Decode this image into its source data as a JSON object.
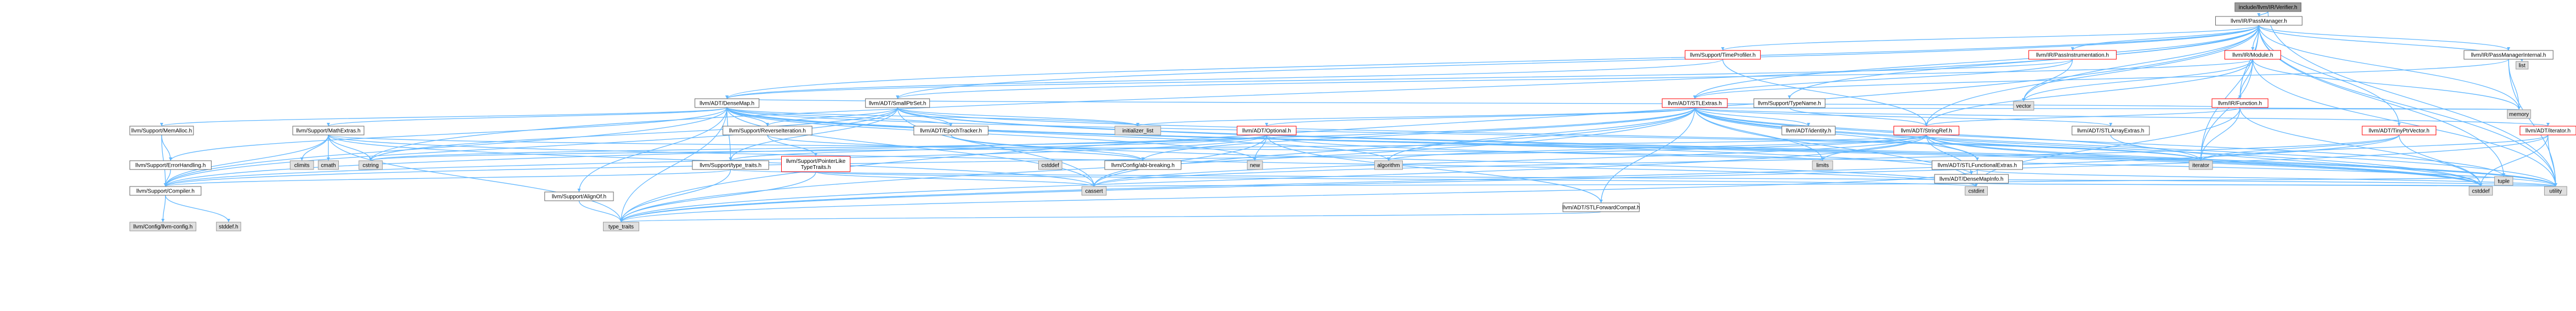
{
  "colors": {
    "edge": "#63b8ff",
    "root_fill": "#999999",
    "root_border": "#666666",
    "internal_fill": "#ffffff",
    "internal_border": "#666666",
    "unresolved_border": "#ff0000",
    "system_fill": "#e0e0e0",
    "system_border": "#999999"
  },
  "nodes": [
    {
      "id": "verifier",
      "label": "include/llvm/IR/Verifier.h",
      "kind": "root"
    },
    {
      "id": "passmanager",
      "label": "llvm/IR/PassManager.h",
      "kind": "internal"
    },
    {
      "id": "timeprofiler",
      "label": "llvm/Support/TimeProfiler.h",
      "kind": "unresolved"
    },
    {
      "id": "passinstr",
      "label": "llvm/IR/PassInstrumentation.h",
      "kind": "unresolved"
    },
    {
      "id": "module",
      "label": "llvm/IR/Module.h",
      "kind": "unresolved"
    },
    {
      "id": "pmint",
      "label": "llvm/IR/PassManagerInternal.h",
      "kind": "internal"
    },
    {
      "id": "list",
      "label": "list",
      "kind": "system"
    },
    {
      "id": "densemap",
      "label": "llvm/ADT/DenseMap.h",
      "kind": "internal"
    },
    {
      "id": "smallptrset",
      "label": "llvm/ADT/SmallPtrSet.h",
      "kind": "internal"
    },
    {
      "id": "stlextras",
      "label": "llvm/ADT/STLExtras.h",
      "kind": "unresolved"
    },
    {
      "id": "typename",
      "label": "llvm/Support/TypeName.h",
      "kind": "internal"
    },
    {
      "id": "vector",
      "label": "vector",
      "kind": "system"
    },
    {
      "id": "function",
      "label": "llvm/IR/Function.h",
      "kind": "unresolved"
    },
    {
      "id": "memory",
      "label": "memory",
      "kind": "system"
    },
    {
      "id": "memalloc",
      "label": "llvm/Support/MemAlloc.h",
      "kind": "internal"
    },
    {
      "id": "mathextras",
      "label": "llvm/Support/MathExtras.h",
      "kind": "internal"
    },
    {
      "id": "reverseiter",
      "label": "llvm/Support/ReverseIteration.h",
      "kind": "internal"
    },
    {
      "id": "epochtracker",
      "label": "llvm/ADT/EpochTracker.h",
      "kind": "internal"
    },
    {
      "id": "initlist",
      "label": "initializer_list",
      "kind": "system"
    },
    {
      "id": "optional",
      "label": "llvm/ADT/Optional.h",
      "kind": "unresolved"
    },
    {
      "id": "identity",
      "label": "llvm/ADT/identity.h",
      "kind": "internal"
    },
    {
      "id": "stringref",
      "label": "llvm/ADT/StringRef.h",
      "kind": "unresolved"
    },
    {
      "id": "stlarrayext",
      "label": "llvm/ADT/STLArrayExtras.h",
      "kind": "internal"
    },
    {
      "id": "tinyptrvec",
      "label": "llvm/ADT/TinyPtrVector.h",
      "kind": "unresolved"
    },
    {
      "id": "adtiterator",
      "label": "llvm/ADT/iterator.h",
      "kind": "unresolved"
    },
    {
      "id": "errorhandling",
      "label": "llvm/Support/ErrorHandling.h",
      "kind": "internal"
    },
    {
      "id": "climits",
      "label": "climits",
      "kind": "system"
    },
    {
      "id": "cmath",
      "label": "cmath",
      "kind": "system"
    },
    {
      "id": "cstring",
      "label": "cstring",
      "kind": "system"
    },
    {
      "id": "typetraits_sup",
      "label": "llvm/Support/type_traits.h",
      "kind": "internal"
    },
    {
      "id": "pointerlike",
      "label": "llvm/Support/PointerLike\nTypeTraits.h",
      "kind": "unresolved"
    },
    {
      "id": "cstddef_mid",
      "label": "cstddef",
      "kind": "system"
    },
    {
      "id": "configabi",
      "label": "llvm/Config/abi-breaking.h",
      "kind": "internal"
    },
    {
      "id": "new",
      "label": "new",
      "kind": "system"
    },
    {
      "id": "algorithm",
      "label": "algorithm",
      "kind": "system"
    },
    {
      "id": "limits",
      "label": "limits",
      "kind": "system"
    },
    {
      "id": "stlfunc",
      "label": "llvm/ADT/STLFunctionalExtras.h",
      "kind": "internal"
    },
    {
      "id": "densemapinfo",
      "label": "llvm/ADT/DenseMapInfo.h",
      "kind": "internal"
    },
    {
      "id": "iterator",
      "label": "iterator",
      "kind": "system"
    },
    {
      "id": "compiler",
      "label": "llvm/Support/Compiler.h",
      "kind": "internal"
    },
    {
      "id": "alignof",
      "label": "llvm/Support/AlignOf.h",
      "kind": "internal"
    },
    {
      "id": "cassert",
      "label": "cassert",
      "kind": "system"
    },
    {
      "id": "cstdint",
      "label": "cstdint",
      "kind": "system"
    },
    {
      "id": "stlfwd",
      "label": "llvm/ADT/STLForwardCompat.h",
      "kind": "internal"
    },
    {
      "id": "cstddef",
      "label": "cstddef",
      "kind": "system"
    },
    {
      "id": "utility",
      "label": "utility",
      "kind": "system"
    },
    {
      "id": "tuple",
      "label": "tuple",
      "kind": "system"
    },
    {
      "id": "llvmconfig",
      "label": "llvm/Config/llvm-config.h",
      "kind": "system"
    },
    {
      "id": "stddef",
      "label": "stddef.h",
      "kind": "system"
    },
    {
      "id": "type_traits",
      "label": "type_traits",
      "kind": "system"
    }
  ],
  "edges": [
    [
      "verifier",
      "passmanager"
    ],
    [
      "verifier",
      "utility"
    ],
    [
      "passmanager",
      "timeprofiler"
    ],
    [
      "passmanager",
      "passinstr"
    ],
    [
      "passmanager",
      "module"
    ],
    [
      "passmanager",
      "pmint"
    ],
    [
      "passmanager",
      "list"
    ],
    [
      "passmanager",
      "densemap"
    ],
    [
      "passmanager",
      "smallptrset"
    ],
    [
      "passmanager",
      "stlextras"
    ],
    [
      "passmanager",
      "typename"
    ],
    [
      "passmanager",
      "function"
    ],
    [
      "passmanager",
      "memory"
    ],
    [
      "passmanager",
      "stringref"
    ],
    [
      "passmanager",
      "tinyptrvec"
    ],
    [
      "passmanager",
      "cstring"
    ],
    [
      "passmanager",
      "iterator"
    ],
    [
      "passmanager",
      "tuple"
    ],
    [
      "passmanager",
      "type_traits"
    ],
    [
      "passmanager",
      "utility"
    ],
    [
      "passmanager",
      "vector"
    ],
    [
      "timeprofiler",
      "densemap"
    ],
    [
      "timeprofiler",
      "stringref"
    ],
    [
      "passinstr",
      "densemap"
    ],
    [
      "passinstr",
      "stlextras"
    ],
    [
      "passinstr",
      "vector"
    ],
    [
      "module",
      "function"
    ],
    [
      "module",
      "memory"
    ],
    [
      "module",
      "stringref"
    ],
    [
      "module",
      "smallptrset"
    ],
    [
      "module",
      "iterator"
    ],
    [
      "module",
      "utility"
    ],
    [
      "module",
      "vector"
    ],
    [
      "pmint",
      "stlextras"
    ],
    [
      "pmint",
      "memory"
    ],
    [
      "pmint",
      "utility"
    ],
    [
      "densemap",
      "memalloc"
    ],
    [
      "densemap",
      "mathextras"
    ],
    [
      "densemap",
      "reverseiter"
    ],
    [
      "densemap",
      "epochtracker"
    ],
    [
      "densemap",
      "initlist"
    ],
    [
      "densemap",
      "densemapinfo"
    ],
    [
      "densemap",
      "alignof"
    ],
    [
      "densemap",
      "compiler"
    ],
    [
      "densemap",
      "typetraits_sup"
    ],
    [
      "densemap",
      "algorithm"
    ],
    [
      "densemap",
      "cassert"
    ],
    [
      "densemap",
      "cstddef"
    ],
    [
      "densemap",
      "iterator"
    ],
    [
      "densemap",
      "new"
    ],
    [
      "densemap",
      "type_traits"
    ],
    [
      "densemap",
      "utility"
    ],
    [
      "densemap",
      "errorhandling"
    ],
    [
      "smallptrset",
      "epochtracker"
    ],
    [
      "smallptrset",
      "reverseiter"
    ],
    [
      "smallptrset",
      "compiler"
    ],
    [
      "smallptrset",
      "typetraits_sup"
    ],
    [
      "smallptrset",
      "cassert"
    ],
    [
      "smallptrset",
      "cstddef"
    ],
    [
      "smallptrset",
      "cstdlib"
    ],
    [
      "smallptrset",
      "cstring"
    ],
    [
      "smallptrset",
      "initlist"
    ],
    [
      "smallptrset",
      "iterator"
    ],
    [
      "smallptrset",
      "utility"
    ],
    [
      "stlextras",
      "stlfunc"
    ],
    [
      "stlextras",
      "identity"
    ],
    [
      "stlextras",
      "stlarrayext"
    ],
    [
      "stlextras",
      "adtiterator"
    ],
    [
      "stlextras",
      "optional"
    ],
    [
      "stlextras",
      "stlfwd"
    ],
    [
      "stlextras",
      "compiler"
    ],
    [
      "stlextras",
      "algorithm"
    ],
    [
      "stlextras",
      "cassert"
    ],
    [
      "stlextras",
      "cstddef"
    ],
    [
      "stlextras",
      "cstdint"
    ],
    [
      "stlextras",
      "cstdlib"
    ],
    [
      "stlextras",
      "initlist"
    ],
    [
      "stlextras",
      "iterator"
    ],
    [
      "stlextras",
      "limits"
    ],
    [
      "stlextras",
      "memory"
    ],
    [
      "stlextras",
      "tuple"
    ],
    [
      "stlextras",
      "type_traits"
    ],
    [
      "stlextras",
      "utility"
    ],
    [
      "stlextras",
      "configabi"
    ],
    [
      "typename",
      "stringref"
    ],
    [
      "function",
      "densemap"
    ],
    [
      "function",
      "stringref"
    ],
    [
      "function",
      "memory"
    ],
    [
      "function",
      "cstddef"
    ],
    [
      "function",
      "cstdint"
    ],
    [
      "function",
      "iterator"
    ],
    [
      "memalloc",
      "compiler"
    ],
    [
      "memalloc",
      "errorhandling"
    ],
    [
      "memalloc",
      "cstdlib"
    ],
    [
      "mathextras",
      "compiler"
    ],
    [
      "mathextras",
      "cassert"
    ],
    [
      "mathextras",
      "climits"
    ],
    [
      "mathextras",
      "cmath"
    ],
    [
      "mathextras",
      "cstdint"
    ],
    [
      "mathextras",
      "cstring"
    ],
    [
      "mathextras",
      "limits"
    ],
    [
      "mathextras",
      "type_traits"
    ],
    [
      "reverseiter",
      "pointerlike"
    ],
    [
      "reverseiter",
      "configabi"
    ],
    [
      "epochtracker",
      "configabi"
    ],
    [
      "epochtracker",
      "cstdint"
    ],
    [
      "optional",
      "stlfwd"
    ],
    [
      "optional",
      "compiler"
    ],
    [
      "optional",
      "typetraits_sup"
    ],
    [
      "optional",
      "cassert"
    ],
    [
      "optional",
      "cstring"
    ],
    [
      "optional",
      "new"
    ],
    [
      "optional",
      "utility"
    ],
    [
      "stringref",
      "stlfunc"
    ],
    [
      "stringref",
      "densemapinfo"
    ],
    [
      "stringref",
      "iterator"
    ],
    [
      "stringref",
      "compiler"
    ],
    [
      "stringref",
      "algorithm"
    ],
    [
      "stringref",
      "cassert"
    ],
    [
      "stringref",
      "cstddef"
    ],
    [
      "stringref",
      "cstring"
    ],
    [
      "stringref",
      "limits"
    ],
    [
      "stringref",
      "type_traits"
    ],
    [
      "stringref",
      "utility"
    ],
    [
      "stlarrayext",
      "cstddef"
    ],
    [
      "tinyptrvec",
      "cassert"
    ],
    [
      "tinyptrvec",
      "cstddef"
    ],
    [
      "tinyptrvec",
      "iterator"
    ],
    [
      "tinyptrvec",
      "type_traits"
    ],
    [
      "adtiterator",
      "cstddef"
    ],
    [
      "adtiterator",
      "iterator"
    ],
    [
      "adtiterator",
      "type_traits"
    ],
    [
      "adtiterator",
      "utility"
    ],
    [
      "errorhandling",
      "compiler"
    ],
    [
      "typetraits_sup",
      "compiler"
    ],
    [
      "typetraits_sup",
      "type_traits"
    ],
    [
      "typetraits_sup",
      "utility"
    ],
    [
      "pointerlike",
      "cassert"
    ],
    [
      "pointerlike",
      "cstdint"
    ],
    [
      "pointerlike",
      "type_traits"
    ],
    [
      "stlfunc",
      "cstdint"
    ],
    [
      "stlfunc",
      "type_traits"
    ],
    [
      "stlfunc",
      "utility"
    ],
    [
      "densemapinfo",
      "cassert"
    ],
    [
      "densemapinfo",
      "cstddef"
    ],
    [
      "densemapinfo",
      "cstdint"
    ],
    [
      "densemapinfo",
      "tuple"
    ],
    [
      "densemapinfo",
      "utility"
    ],
    [
      "compiler",
      "llvmconfig"
    ],
    [
      "compiler",
      "stddef"
    ],
    [
      "alignof",
      "type_traits"
    ],
    [
      "stlfwd",
      "type_traits"
    ]
  ]
}
